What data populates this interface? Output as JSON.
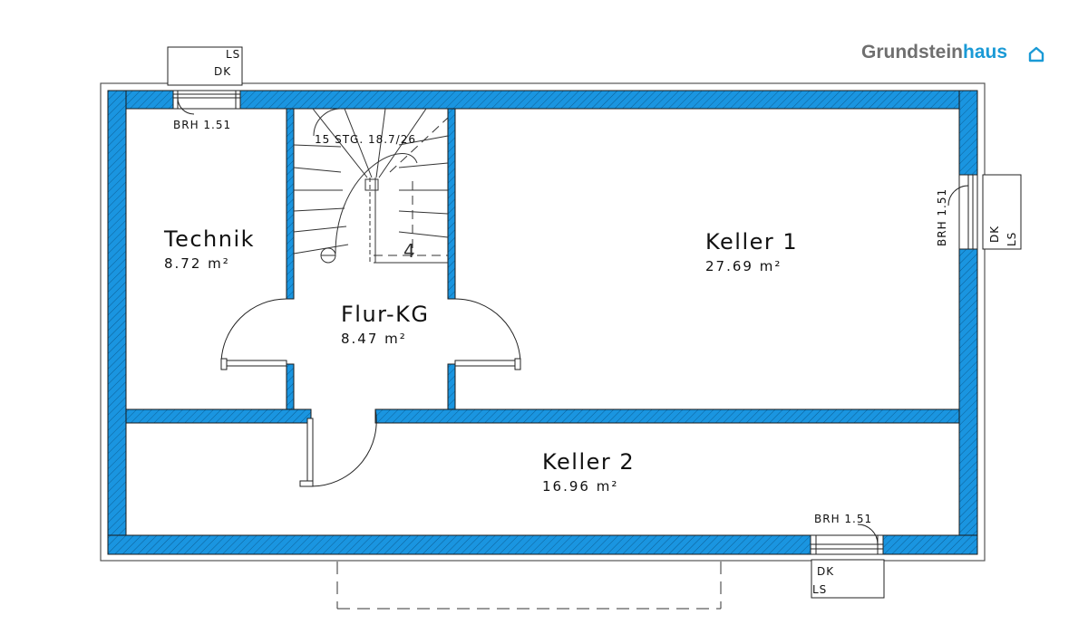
{
  "brand": {
    "part1": "Grundstein",
    "part2": "haus",
    "accent": "#1a9ad6",
    "gray": "#6f6f6f"
  },
  "colors": {
    "wall": "#1a95e0",
    "line": "#222222"
  },
  "rooms": {
    "technik": {
      "name": "Technik",
      "area": "8.72 m²"
    },
    "flur": {
      "name": "Flur-KG",
      "area": "8.47 m²"
    },
    "keller1": {
      "name": "Keller 1",
      "area": "27.69 m²"
    },
    "keller2": {
      "name": "Keller 2",
      "area": "16.96 m²"
    }
  },
  "stairs": {
    "label": "15 STG. 18.7/26",
    "step_mark": "4"
  },
  "windows": {
    "top": {
      "brh": "BRH 1.51",
      "ls": "LS",
      "dk": "DK"
    },
    "right": {
      "brh": "BRH 1.51",
      "ls": "LS",
      "dk": "DK"
    },
    "bottom": {
      "brh": "BRH 1.51",
      "ls": "LS",
      "dk": "DK"
    }
  }
}
